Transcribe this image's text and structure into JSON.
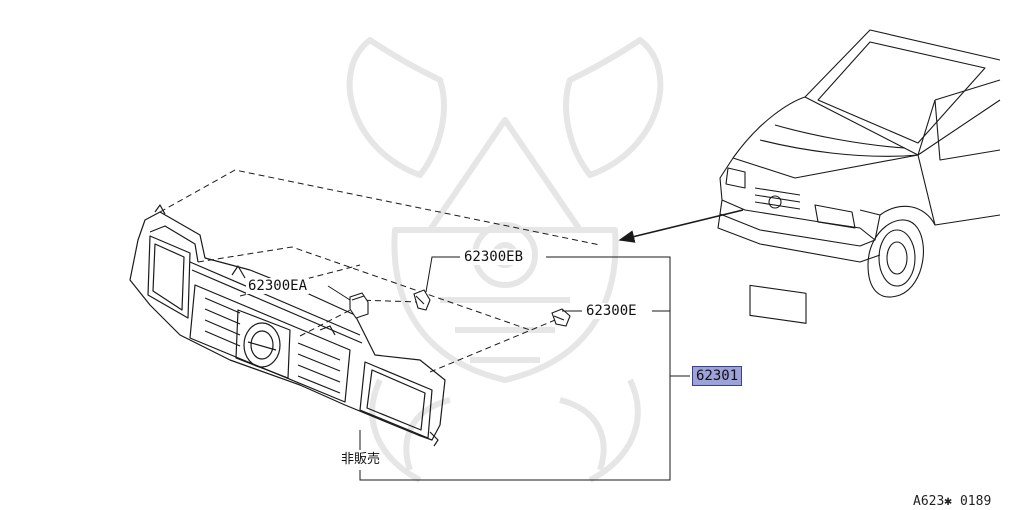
{
  "parts": {
    "grille_assembly": "62301",
    "emblem_clip_upper": "62300EB",
    "clip_left": "62300EA",
    "clip_right": "62300E"
  },
  "note_not_sold": "非販売",
  "figure_code": "A623✱ 0189",
  "colors": {
    "line": "#1a1a1a",
    "highlight_fill": "#9da3d9",
    "highlight_border": "#3b3f8c",
    "watermark": "#e6e6e6"
  },
  "icons": {
    "watermark": "samurai-helmet-watermark-icon",
    "vehicle": "pickup-truck-front-icon"
  }
}
